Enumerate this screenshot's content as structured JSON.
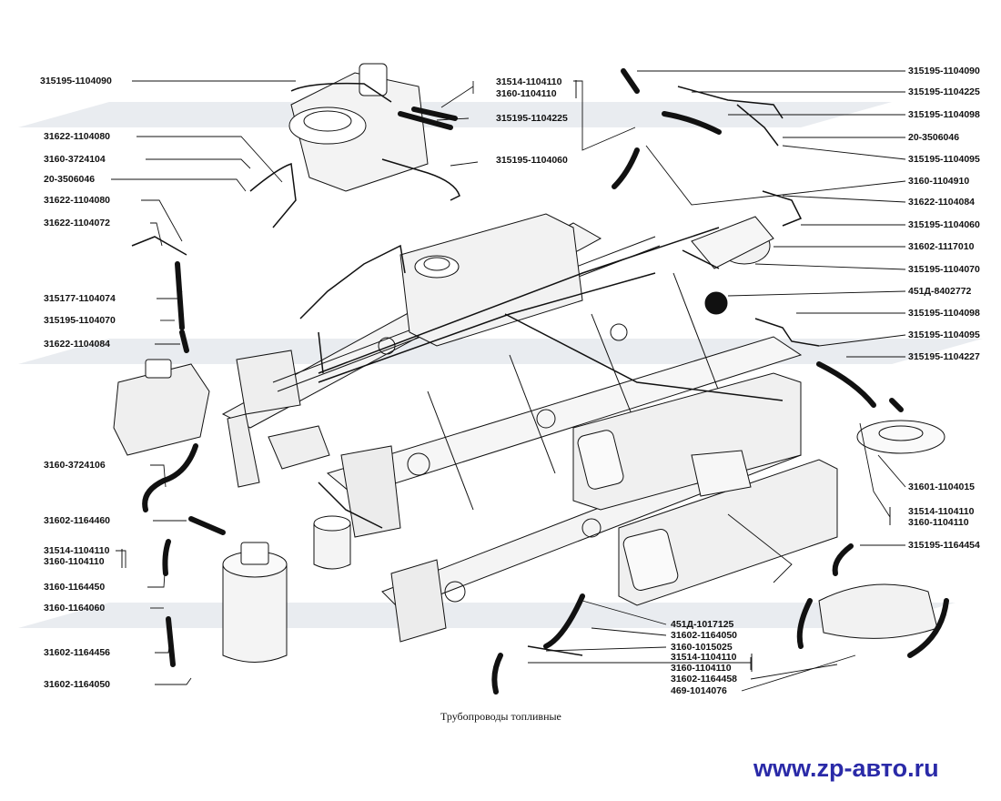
{
  "caption": "Трубопроводы топливные",
  "watermark_site": "www.zp-авто.ru",
  "colors": {
    "ink": "#111111",
    "link": "#2a2aa8",
    "watermark": "#d9dee4"
  },
  "labels": {
    "l01": "315195-1104090",
    "l02": "31622-1104080",
    "l03": "3160-3724104",
    "l04": "20-3506046",
    "l05": "31622-1104080",
    "l06": "31622-1104072",
    "l07": "315177-1104074",
    "l08": "315195-1104070",
    "l09": "31622-1104084",
    "l10": "3160-3724106",
    "l11": "31602-1164460",
    "l12": "31514-1104110",
    "l13": "3160-1104110",
    "l14": "3160-1164450",
    "l15": "3160-1164060",
    "l16": "31602-1164456",
    "l17": "31602-1164050",
    "l18": "31514-1104110",
    "l19": "3160-1104110",
    "l20": "315195-1104225",
    "l21": "315195-1104060",
    "l22": "451Д-1017125",
    "l23": "31602-1164050",
    "l24": "3160-1015025",
    "l25": "31514-1104110",
    "l26": "3160-1104110",
    "l27": "31602-1164458",
    "l28": "469-1014076",
    "r01": "315195-1104090",
    "r02": "315195-1104225",
    "r03": "315195-1104098",
    "r04": "20-3506046",
    "r05": "315195-1104095",
    "r06": "3160-1104910",
    "r07": "31622-1104084",
    "r08": "315195-1104060",
    "r09": "31602-1117010",
    "r10": "315195-1104070",
    "r11": "451Д-8402772",
    "r12": "315195-1104098",
    "r13": "315195-1104095",
    "r14": "315195-1104227",
    "r15": "31601-1104015",
    "r16": "31514-1104110",
    "r17": "3160-1104110",
    "r18": "315195-1164454"
  }
}
